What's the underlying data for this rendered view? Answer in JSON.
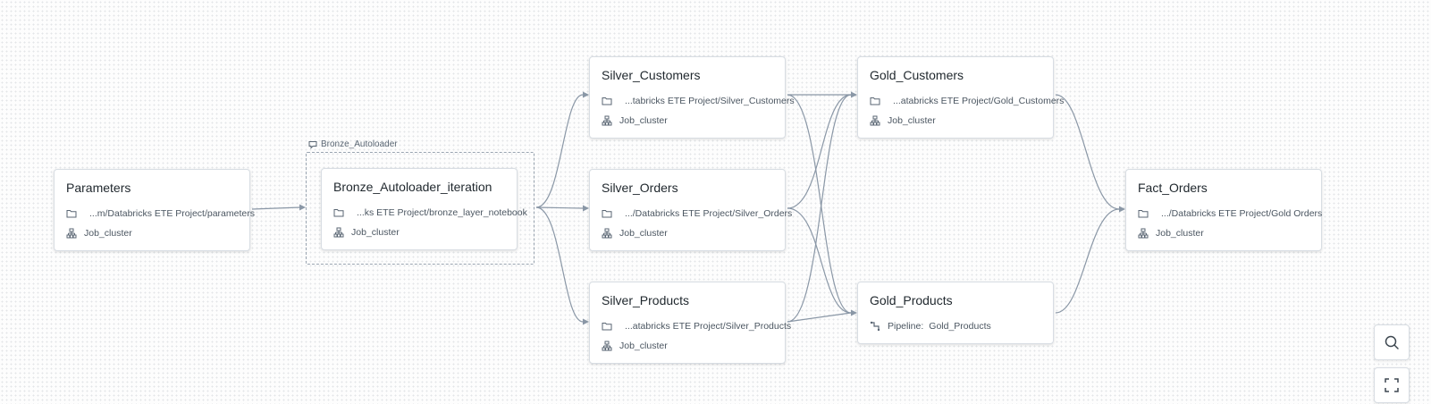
{
  "group": {
    "label": "Bronze_Autoloader"
  },
  "tasks": [
    {
      "name": "Parameters",
      "path": "...m/Databricks ETE Project/parameters",
      "cluster": "Job_cluster"
    },
    {
      "name": "Bronze_Autoloader_iteration",
      "path": "...ks ETE Project/bronze_layer_notebook",
      "cluster": "Job_cluster"
    },
    {
      "name": "Silver_Customers",
      "path": "...tabricks ETE Project/Silver_Customers",
      "cluster": "Job_cluster"
    },
    {
      "name": "Silver_Orders",
      "path": ".../Databricks ETE Project/Silver_Orders",
      "cluster": "Job_cluster"
    },
    {
      "name": "Silver_Products",
      "path": "...atabricks ETE Project/Silver_Products",
      "cluster": "Job_cluster"
    },
    {
      "name": "Gold_Customers",
      "path": "...atabricks ETE Project/Gold_Customers",
      "cluster": "Job_cluster"
    },
    {
      "name": "Gold_Products",
      "pipeline_label": "Pipeline:",
      "pipeline_name": "Gold_Products"
    },
    {
      "name": "Fact_Orders",
      "path": ".../Databricks ETE Project/Gold Orders",
      "cluster": "Job_cluster"
    }
  ],
  "controls": {
    "search_icon": "search-icon",
    "fit_icon": "fit-view-icon"
  },
  "colors": {
    "edge": "#8a97a6",
    "card_border": "#d8dde3"
  }
}
